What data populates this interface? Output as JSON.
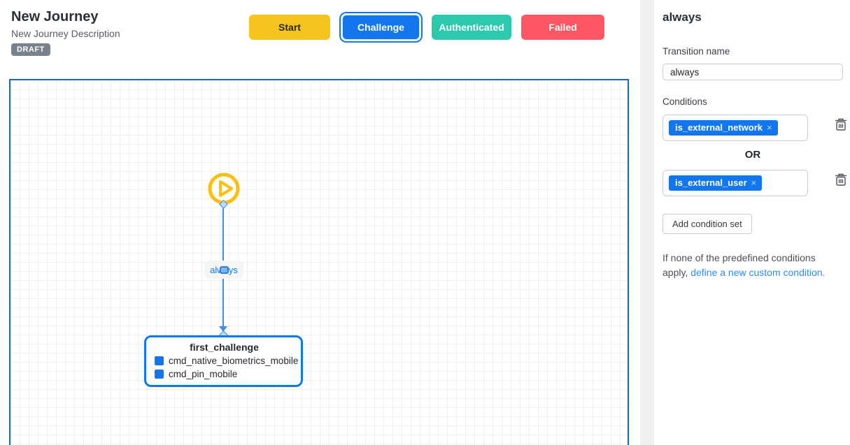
{
  "header": {
    "title": "New Journey",
    "subtitle": "New Journey Description",
    "status_badge": "DRAFT",
    "buttons": [
      {
        "label": "Start",
        "color": "#f7c41d",
        "selected": false
      },
      {
        "label": "Challenge",
        "color": "#1276ee",
        "selected": true
      },
      {
        "label": "Authenticated",
        "color": "#2bc9ae",
        "selected": false
      },
      {
        "label": "Failed",
        "color": "#fb5661",
        "selected": false
      }
    ]
  },
  "canvas": {
    "start_icon": "play-circle",
    "edge": {
      "label": "always",
      "color": "#3f8fe8"
    },
    "node": {
      "title": "first_challenge",
      "items": [
        {
          "label": "cmd_native_biometrics_mobile"
        },
        {
          "label": "cmd_pin_mobile"
        }
      ],
      "border_color": "#1276ee"
    }
  },
  "panel": {
    "title": "always",
    "transition_name_label": "Transition name",
    "transition_name_value": "always",
    "conditions_label": "Conditions",
    "condition_sets": [
      {
        "chips": [
          {
            "label": "is_external_network"
          }
        ]
      },
      {
        "chips": [
          {
            "label": "is_external_user"
          }
        ]
      }
    ],
    "or_label": "OR",
    "add_condition_set_label": "Add condition set",
    "custom_condition_text": "If none of the predefined conditions apply, ",
    "custom_condition_link": "define a new custom condition."
  },
  "icons": {
    "chip_close": "×"
  }
}
